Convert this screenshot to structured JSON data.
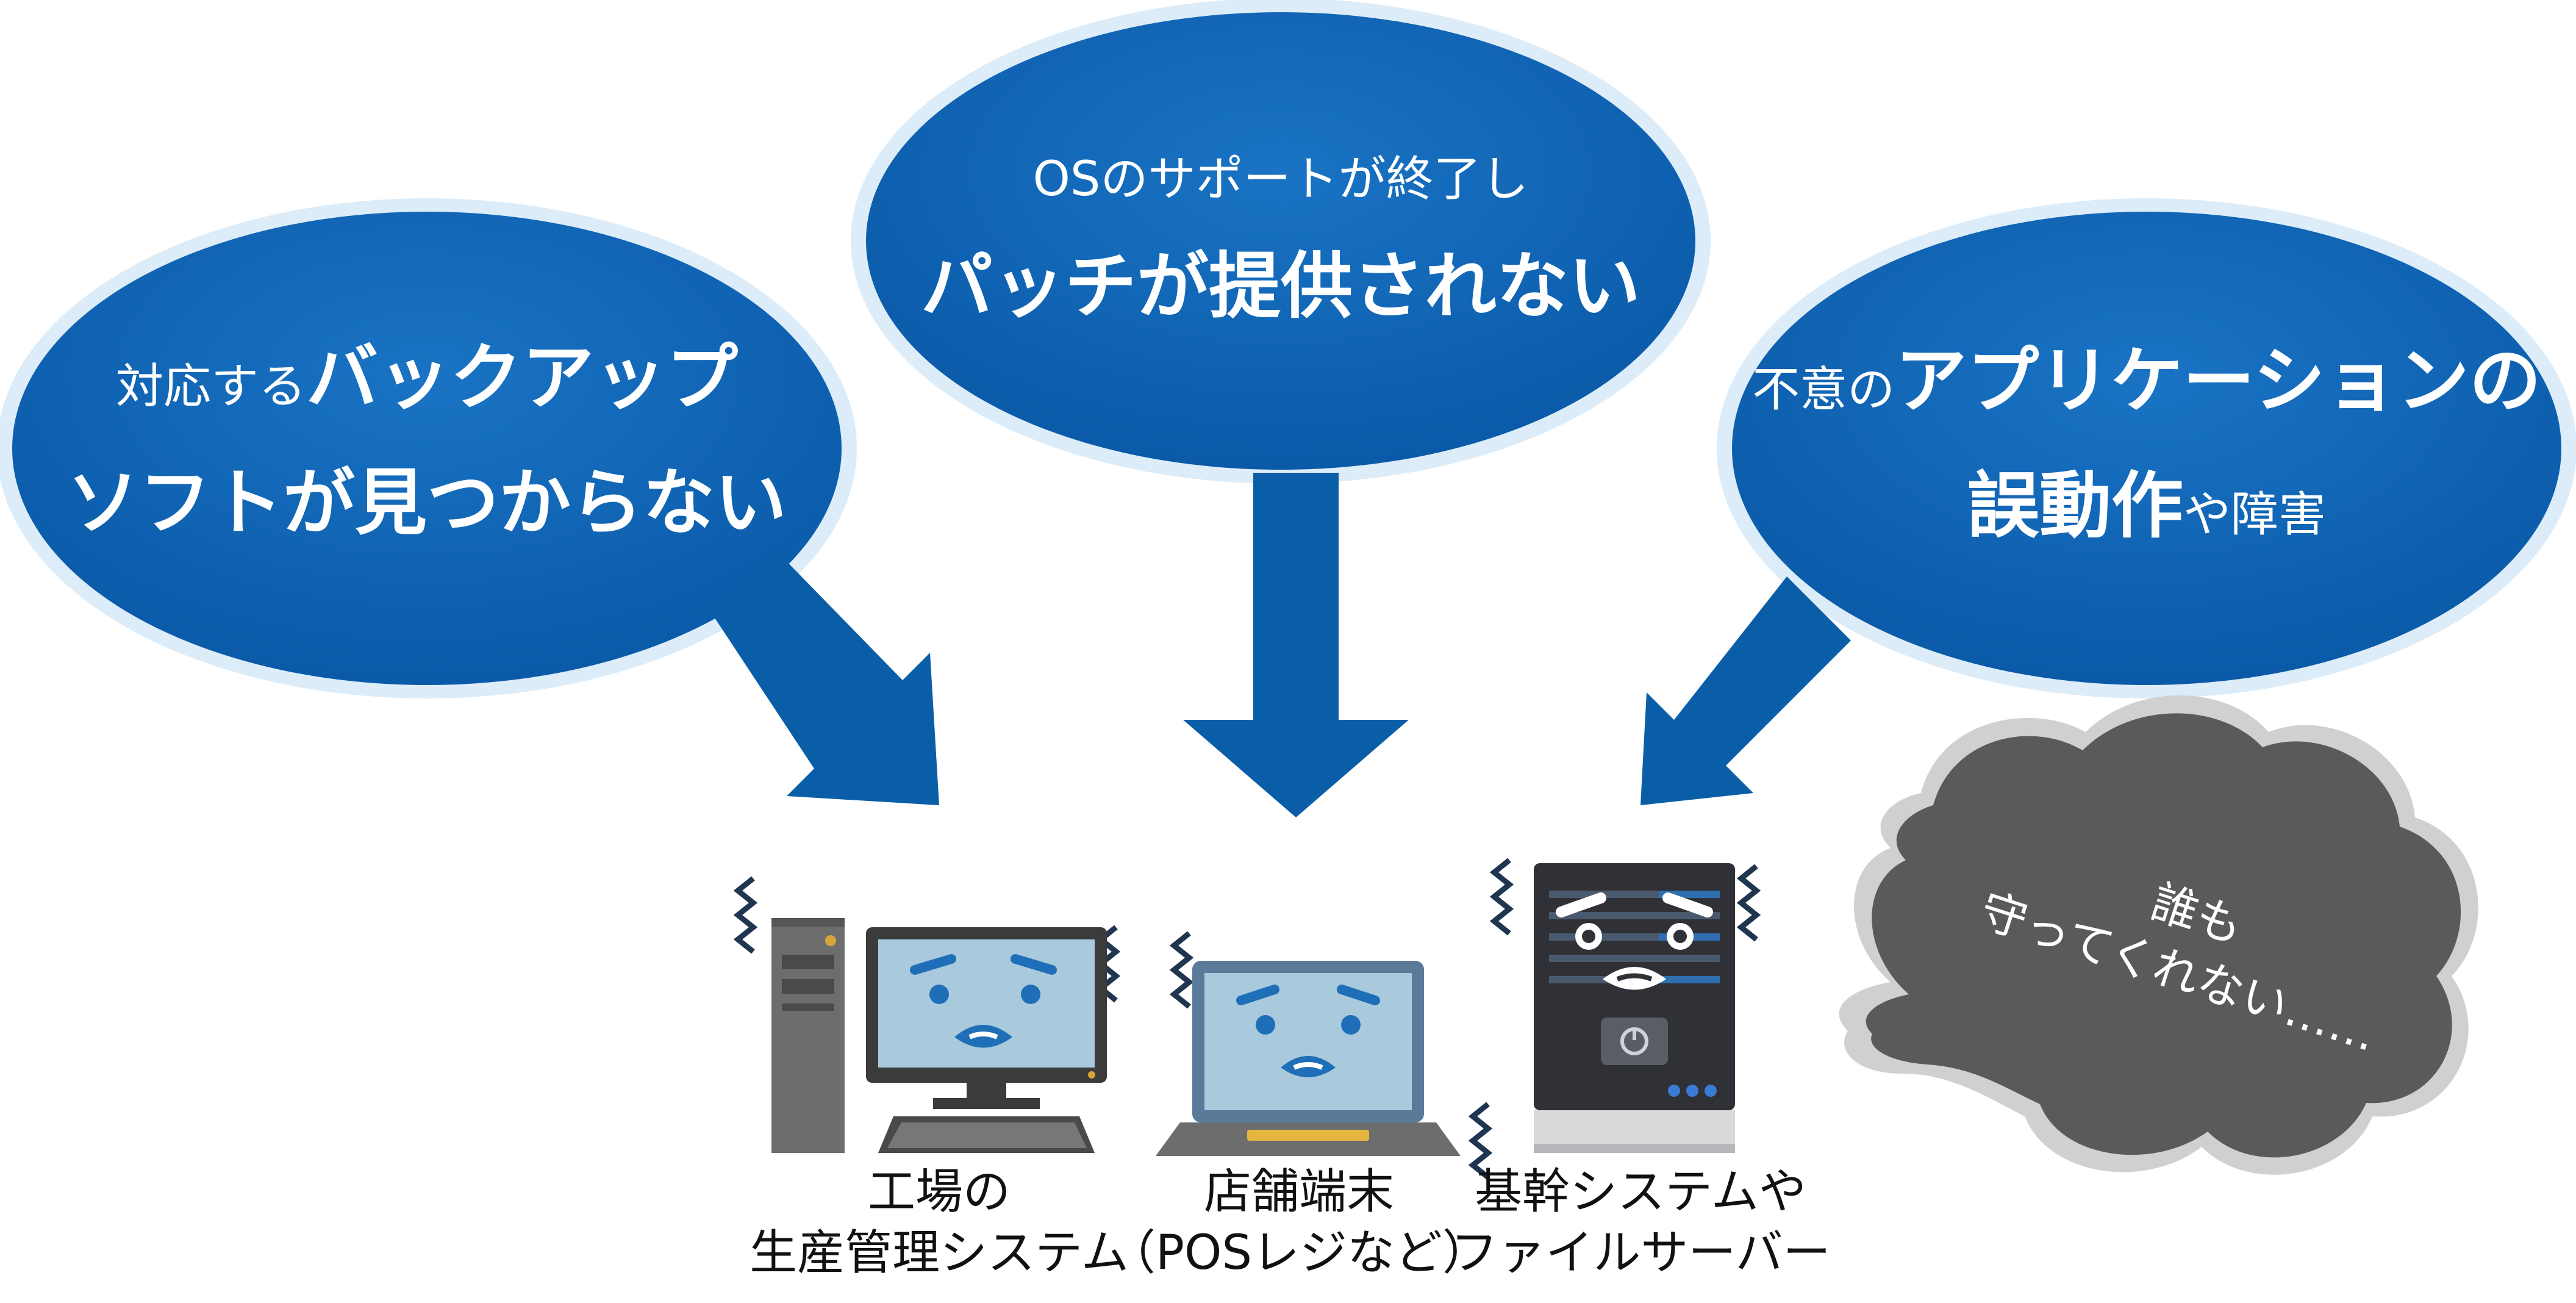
{
  "bubbles": [
    {
      "line1_small": "対応する",
      "line1_big": "バックアップ",
      "line2_big": "ソフトが見つからない"
    },
    {
      "line1_small": "OSのサポートが終了し",
      "line2_big": "パッチが提供されない"
    },
    {
      "line1_small": "不意の",
      "line1_big": "アプリケーションの",
      "line2_big": "誤動作",
      "line2_small": "や障害"
    }
  ],
  "devices": [
    {
      "icon": "desktop-computer",
      "label_line1": "工場の",
      "label_line2": "生産管理システム"
    },
    {
      "icon": "laptop",
      "label_line1": "店舗端末",
      "label_line2": "（POSレジなど）"
    },
    {
      "icon": "server",
      "label_line1": "基幹システムや",
      "label_line2": "ファイルサーバー"
    }
  ],
  "cloud": {
    "line1": "誰も",
    "line2": "守ってくれない……"
  },
  "colors": {
    "bubble_blue": "#0b5fb0",
    "bubble_outline": "#d9ebf8",
    "arrow_blue": "#0a5ea8",
    "cloud_gray": "#5a5a5a",
    "screen_blue": "#a7c8da",
    "face_blue": "#1f6fb8"
  }
}
